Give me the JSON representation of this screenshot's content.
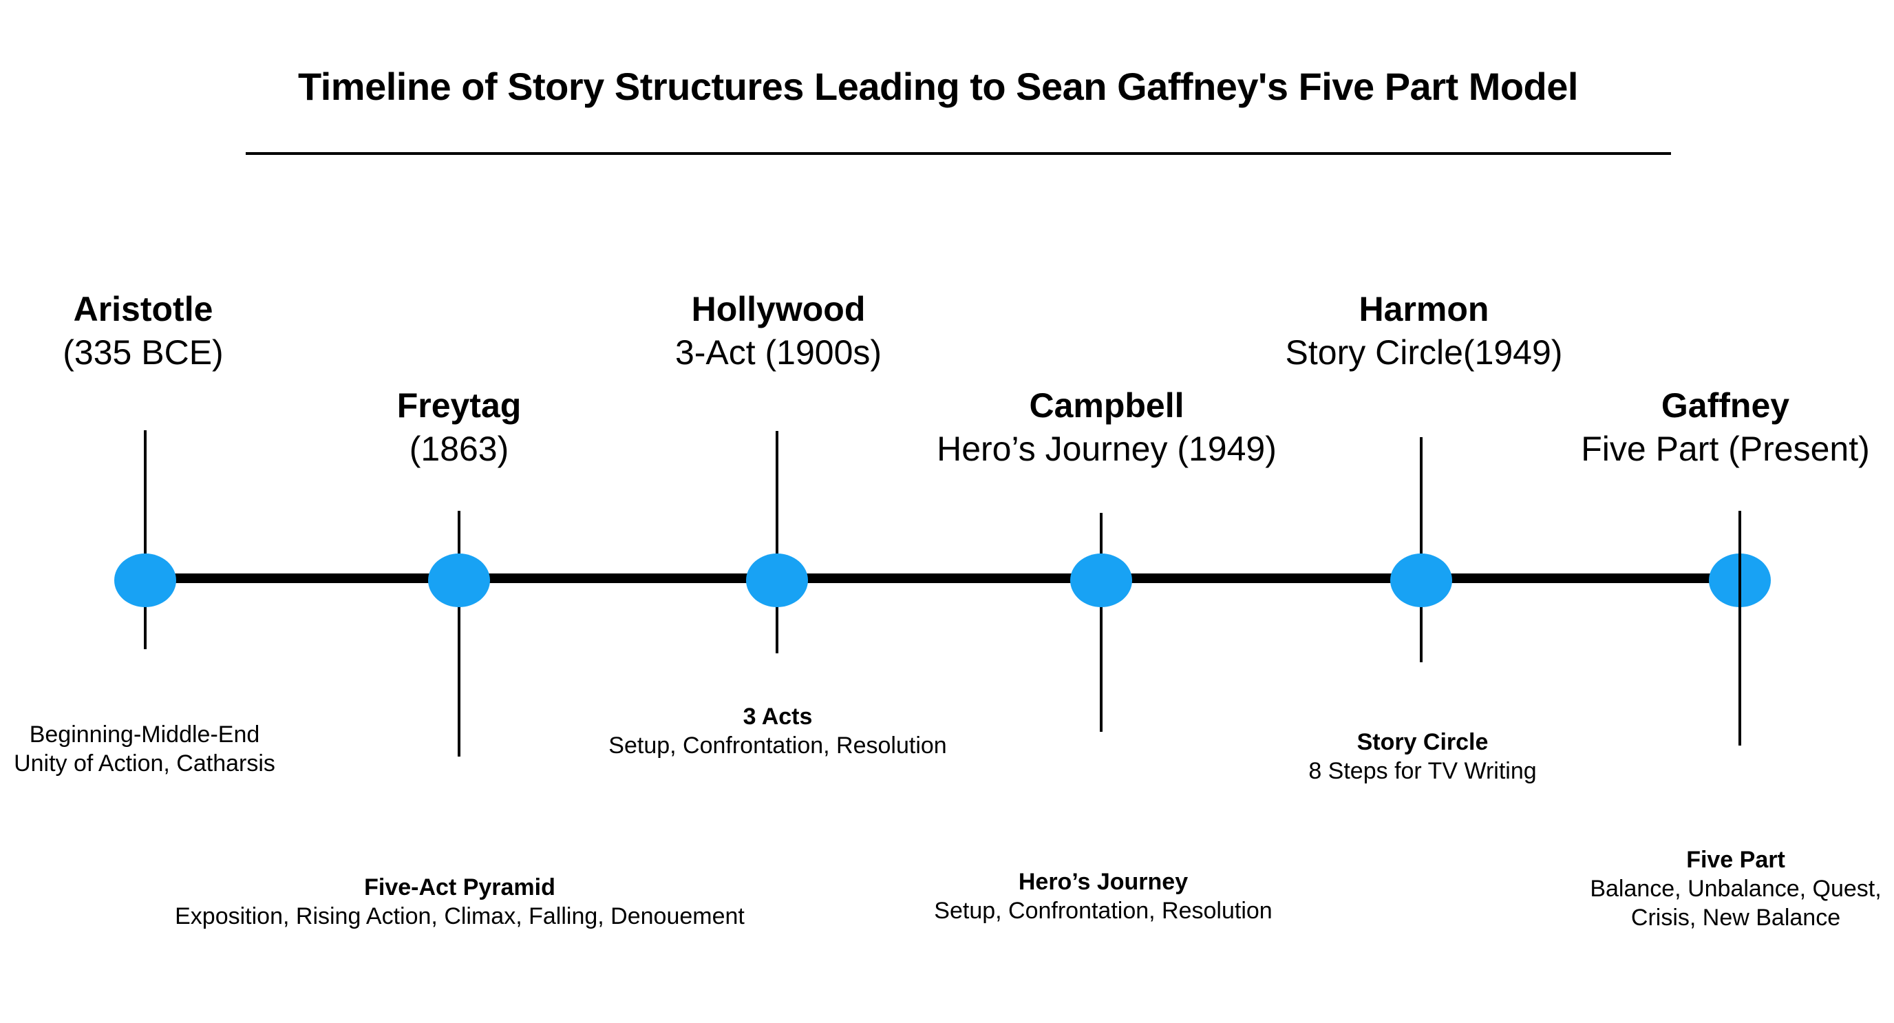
{
  "title": "Timeline of Story Structures Leading to Sean Gaffney's Five Part Model",
  "colors": {
    "node_blue": "#18A2F4",
    "line_black": "#000000"
  },
  "events": [
    {
      "name": "Aristotle",
      "subtitle": "(335 BCE)",
      "description_title": "",
      "description_lines": [
        "Beginning-Middle-End",
        "Unity of Action, Catharsis"
      ]
    },
    {
      "name": "Freytag",
      "subtitle": "(1863)",
      "description_title": "Five-Act Pyramid",
      "description_lines": [
        "Exposition, Rising Action, Climax, Falling, Denouement"
      ]
    },
    {
      "name": "Hollywood",
      "subtitle": "3-Act (1900s)",
      "description_title": "3 Acts",
      "description_lines": [
        "Setup, Confrontation, Resolution"
      ]
    },
    {
      "name": "Campbell",
      "subtitle": "Hero’s Journey (1949)",
      "description_title": "Hero’s Journey",
      "description_lines": [
        "Setup, Confrontation, Resolution"
      ]
    },
    {
      "name": "Harmon",
      "subtitle": "Story Circle(1949)",
      "description_title": "Story Circle",
      "description_lines": [
        "8 Steps for TV Writing"
      ]
    },
    {
      "name": "Gaffney",
      "subtitle": "Five Part (Present)",
      "description_title": "Five Part",
      "description_lines": [
        "Balance, Unbalance, Quest,",
        "Crisis, New Balance"
      ]
    }
  ]
}
